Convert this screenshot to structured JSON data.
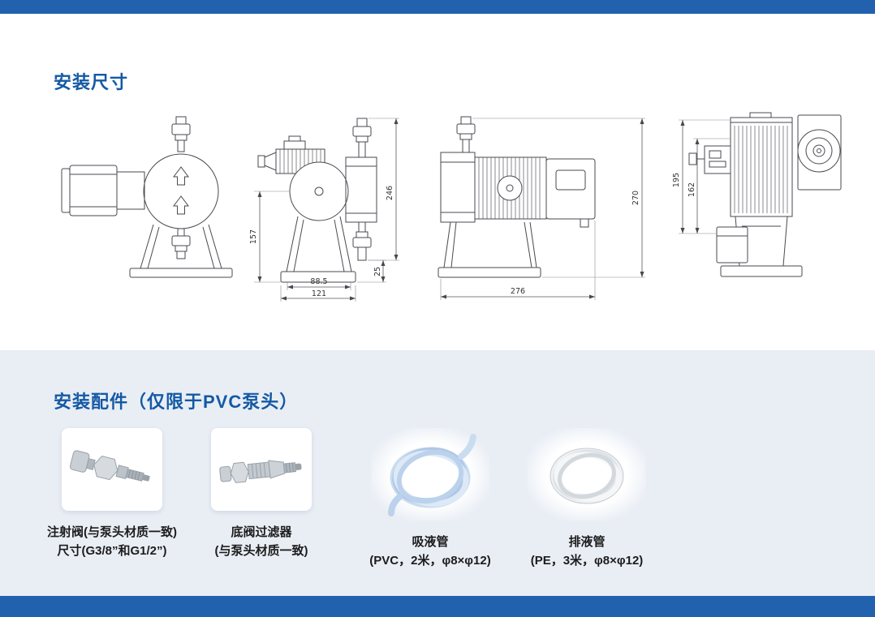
{
  "theme": {
    "accent_blue": "#2161ae",
    "heading_blue": "#1459a4",
    "section_bg": "#e9eef5",
    "drawing_line": "#4a4a50"
  },
  "dimensions_section": {
    "title": "安装尺寸",
    "labels": {
      "d157": "157",
      "d246": "246",
      "d88_5": "88.5",
      "d121": "121",
      "d25": "25",
      "d276": "276",
      "d270": "270",
      "d195": "195",
      "d162": "162"
    }
  },
  "accessories_section": {
    "title": "安装配件（仅限于PVC泵头）",
    "items": [
      {
        "name": "injection-valve",
        "line1": "注射阀(与泵头材质一致)",
        "line2": "尺寸(G3/8”和G1/2”)"
      },
      {
        "name": "foot-valve-filter",
        "line1": "底阀过滤器",
        "line2": "(与泵头材质一致)"
      },
      {
        "name": "suction-tube",
        "line1": "吸液管",
        "line2": "(PVC，2米，φ8×φ12)"
      },
      {
        "name": "discharge-tube",
        "line1": "排液管",
        "line2": "(PE，3米，φ8×φ12)"
      }
    ]
  }
}
